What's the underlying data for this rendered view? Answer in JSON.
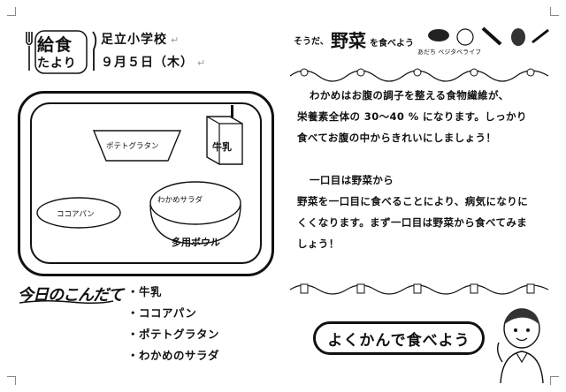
{
  "header": {
    "logo_line1": "給食",
    "logo_line2": "たより",
    "school": "足立小学校",
    "date": "９月５日（木）",
    "para_mark": "↵"
  },
  "tray": {
    "gratin": "ポテトグラタン",
    "milk": "牛乳",
    "bread": "ココアパン",
    "salad": "わかめサラダ",
    "bowl": "多用ボウル"
  },
  "menu": {
    "title": "今日のこんだて",
    "items": [
      "牛乳",
      "ココアパン",
      "ポテトグラタン",
      "わかめのサラダ"
    ],
    "bullet": "・"
  },
  "right": {
    "banner_pre": "そうだ、",
    "banner_main": "野菜",
    "banner_post": "を食べよう",
    "banner_sub": "あだち ベジタベライフ",
    "lines": [
      "わかめはお腹の調子を整える食物繊維が、",
      "栄養素全体の 30〜40 % になります。しっかり",
      "食べてお腹の中からきれいにしましょう！",
      "",
      "一口目は野菜から",
      "野菜を一口目に食べることにより、病気になりに",
      "くくなります。まず一口目は野菜から食べてみま",
      "しょう！"
    ],
    "slogan": "よくかんで食べよう"
  },
  "colors": {
    "ink": "#111111",
    "mark": "#999999"
  }
}
